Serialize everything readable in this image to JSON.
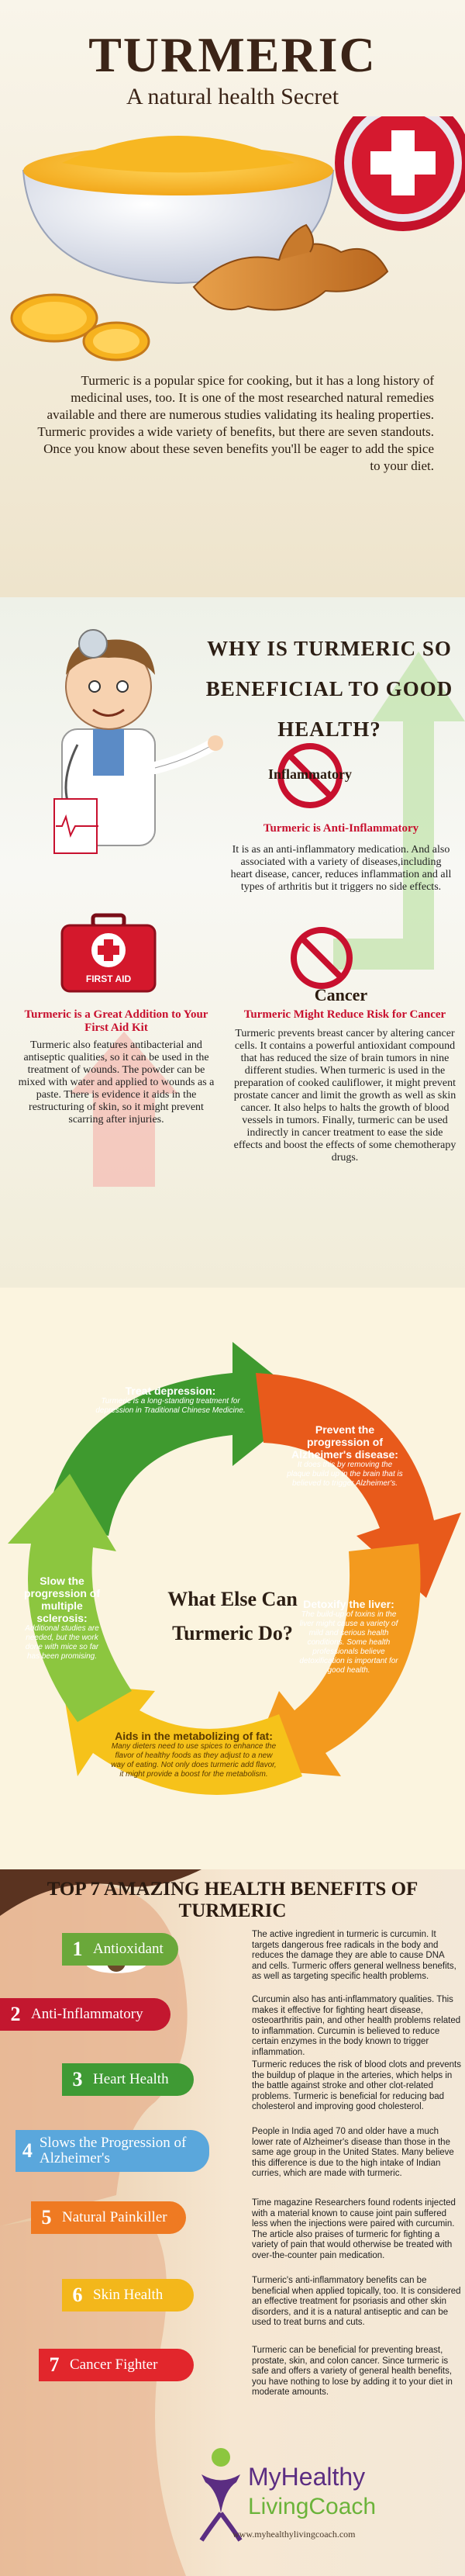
{
  "header": {
    "title": "TURMERIC",
    "subtitle": "A natural health Secret"
  },
  "intro": "Turmeric is a popular spice for cooking, but it has a long history of medicinal uses, too. It is one of the most researched natural remedies available and there are numerous studies validating its healing properties. Turmeric provides a wide variety of benefits, but there are seven standouts. Once you know about these seven benefits you'll be eager to add the spice to your diet.",
  "why": {
    "heading": "WHY IS TURMERIC SO BENEFICIAL TO GOOD HEALTH?",
    "inflammatory": {
      "sign": "Inflammatory",
      "title": "Turmeric is Anti-Inflammatory",
      "text": "It is as an anti-inflammatory medication. And also associated with a variety of diseases,including heart disease, cancer, reduces inflammation and all types of arthritis but it triggers no side effects."
    },
    "cancer": {
      "sign": "Cancer",
      "title": "Turmeric Might Reduce Risk for Cancer",
      "text": "Turmeric prevents breast cancer by altering cancer cells. It contains a powerful antioxidant compound that has reduced the size of brain tumors in nine different studies. When turmeric is used in the preparation of cooked cauliflower, it might prevent prostate cancer and limit the growth as well as skin cancer. It also helps to halts the growth of blood vessels in tumors. Finally, turmeric can be used indirectly in cancer treatment to ease the side effects and boost the effects of some chemotherapy drugs."
    },
    "firstaid": {
      "kit_label": "FIRST AID",
      "title": "Turmeric is a Great Addition to Your First Aid Kit",
      "text": "Turmeric also features antibacterial and antiseptic qualities, so it can be used in the treatment of wounds. The powder can be mixed with water and applied to wounds as a paste. There is evidence it aids in the restructuring of skin, so it might prevent scarring after injuries."
    }
  },
  "cycle": {
    "center": "What Else Can Turmeric Do?",
    "segments": [
      {
        "title": "Treat depression:",
        "text": "Turmeric is a long-standing treatment for depression in Traditional Chinese Medicine.",
        "color": "#3f9a2f"
      },
      {
        "title": "Prevent the progression of Alzheimer's disease:",
        "text": "It does this by removing the plaque build up in the brain that is believed to trigger Alzheimer's.",
        "color": "#e85a1b"
      },
      {
        "title": "Detoxify the liver:",
        "text": "The build-up of toxins in the liver might cause a variety of mild and serious health conditions. Some health professionals believe detoxification is important for good health.",
        "color": "#f39a1e"
      },
      {
        "title": "Aids in the metabolizing of fat:",
        "text": "Many dieters need to use spices to enhance the flavor of healthy foods as they adjust to a new way of eating. Not only does turmeric add flavor, it might provide a boost for the metabolism.",
        "color": "#f6c21a"
      },
      {
        "title": "Slow the progression of multiple sclerosis:",
        "text": "Additional studies are needed, but the work done with mice so far has been promising.",
        "color": "#8cc63f"
      }
    ]
  },
  "top7": {
    "heading": "TOP 7 AMAZING HEALTH BENEFITS OF TURMERIC",
    "items": [
      {
        "num": "1",
        "label": "Antioxidant",
        "color": "#6aa83a",
        "text": "The active ingredient in turmeric is curcumin. It targets dangerous free radicals in the body and reduces the damage they are able to cause DNA and cells. Turmeric offers general wellness benefits, as well as targeting specific health problems."
      },
      {
        "num": "2",
        "label": "Anti-Inflammatory",
        "color": "#c3172f",
        "text": "Curcumin also has anti-inflammatory qualities. This makes it effective for fighting heart disease, osteoarthritis pain, and other health problems related to inflammation. Curcumin is believed to reduce certain enzymes in the body known to trigger inflammation."
      },
      {
        "num": "3",
        "label": "Heart Health",
        "color": "#3f9a34",
        "text": "Turmeric reduces the risk of blood clots and prevents the buildup of plaque in the arteries, which helps in the battle against stroke and other clot-related problems. Turmeric is beneficial for reducing bad cholesterol and improving good cholesterol."
      },
      {
        "num": "4",
        "label": "Slows the Progression of Alzheimer's",
        "color": "#5aa7dc",
        "text": "People in India aged 70 and older have a much lower rate of Alzheimer's disease than those in the same age group in the United States. Many believe this difference is due to the high intake of Indian curries, which are made with turmeric."
      },
      {
        "num": "5",
        "label": "Natural Painkiller",
        "color": "#ef7a22",
        "text": "Time magazine Researchers found rodents injected with a material known to cause joint pain suffered less when the injections were paired with curcumin. The article also praises of turmeric for fighting a variety of pain that would otherwise be treated with over-the-counter pain medication."
      },
      {
        "num": "6",
        "label": "Skin Health",
        "color": "#f3b71b",
        "text": "Turmeric's anti-inflammatory benefits can be beneficial when applied topically, too. It is considered an effective treatment for psoriasis and other skin disorders, and it is a natural antiseptic and can be used to treat burns and cuts."
      },
      {
        "num": "7",
        "label": "Cancer Fighter",
        "color": "#e2262c",
        "text": "Turmeric can be beneficial for preventing breast, prostate, skin, and colon cancer. Since turmeric is safe and offers a variety of general health benefits, you have nothing to lose by adding it to your diet in moderate amounts."
      }
    ]
  },
  "footer": {
    "brand_my": "My",
    "brand_healthy": "Healthy",
    "brand_living": "LivingCoach",
    "url": "www.myhealthylivingcoach.com"
  }
}
